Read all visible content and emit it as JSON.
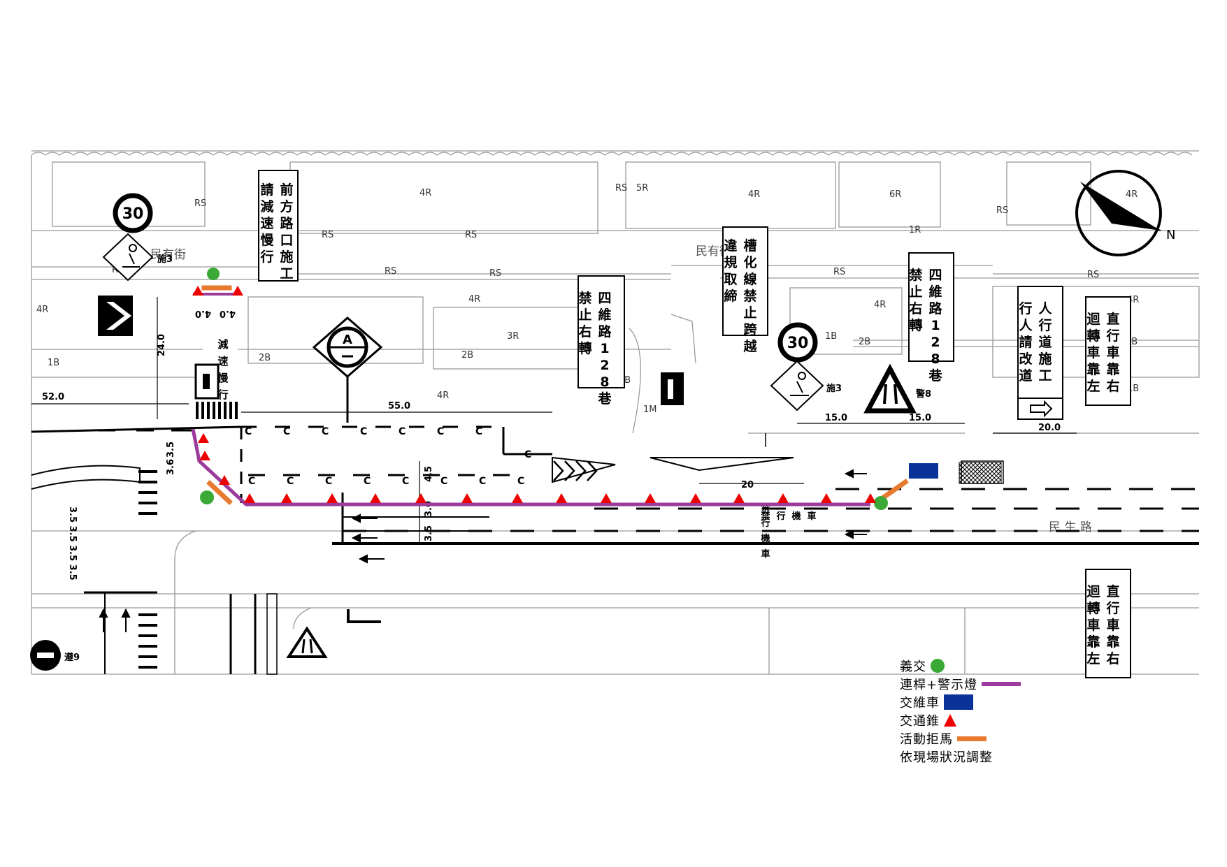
{
  "streets": {
    "minyou": "民有街",
    "minsheng": "民 生 路"
  },
  "zone_labels": [
    "4R",
    "4R",
    "5R",
    "RS",
    "RS",
    "4R",
    "6R",
    "4R",
    "1R",
    "RS",
    "RS",
    "RS",
    "RS",
    "RS",
    "RS",
    "RS",
    "RS",
    "4R",
    "3R",
    "2B",
    "2B",
    "4R",
    "1B",
    "1B",
    "1M",
    "1M",
    "4R",
    "1B",
    "2B",
    "1B",
    "4R",
    "1B"
  ],
  "dimensions": {
    "d52": "52.0",
    "d55": "55.0",
    "d24": "24.0",
    "d40a": "4.0",
    "d40b": "4.0",
    "d35": "3.5",
    "d36": "3.6",
    "d45": "4.5",
    "d30": "3.0",
    "d35b": "3.5",
    "d20": "20",
    "d15a": "15.0",
    "d15b": "15.0",
    "d200": "20.0",
    "d_left_stack": "3.5 3.5 3.5 3.5"
  },
  "signs": {
    "speed_limit_1": "30",
    "speed_limit_2": "30",
    "work_sign_1": "施3",
    "work_sign_2": "施3",
    "narrow_sign": "警8",
    "narrow_sign_2": "遵9",
    "a_sign": "A",
    "board_1": [
      "前方路口施工",
      "請減速慢行"
    ],
    "board_2": [
      "四維路128巷",
      "禁止右轉"
    ],
    "board_3": [
      "槽化線禁止跨越",
      "違規取締"
    ],
    "board_4": [
      "四維路128巷",
      "禁止右轉"
    ],
    "board_5": [
      "人行道施工",
      "行人請改道"
    ],
    "board_6": [
      "直行車靠右",
      "迴轉車靠左"
    ],
    "board_7": [
      "直行車靠右",
      "迴轉車靠左"
    ],
    "board_small": "減速慢行",
    "lane_text_1": "禁行機車",
    "lane_text_2": "禁行機車"
  },
  "legend": {
    "flagger": "義交",
    "bar_light": "連桿+警示燈",
    "patrol_vehicle": "交維車",
    "cone": "交通錐",
    "barrier": "活動拒馬",
    "note": "依現場狀況調整"
  },
  "colors": {
    "flagger": "#3aa935",
    "bar_light": "#9b3b9b",
    "patrol_vehicle": "#0a3399",
    "cone": "#ee0000",
    "barrier": "#e87a30"
  }
}
